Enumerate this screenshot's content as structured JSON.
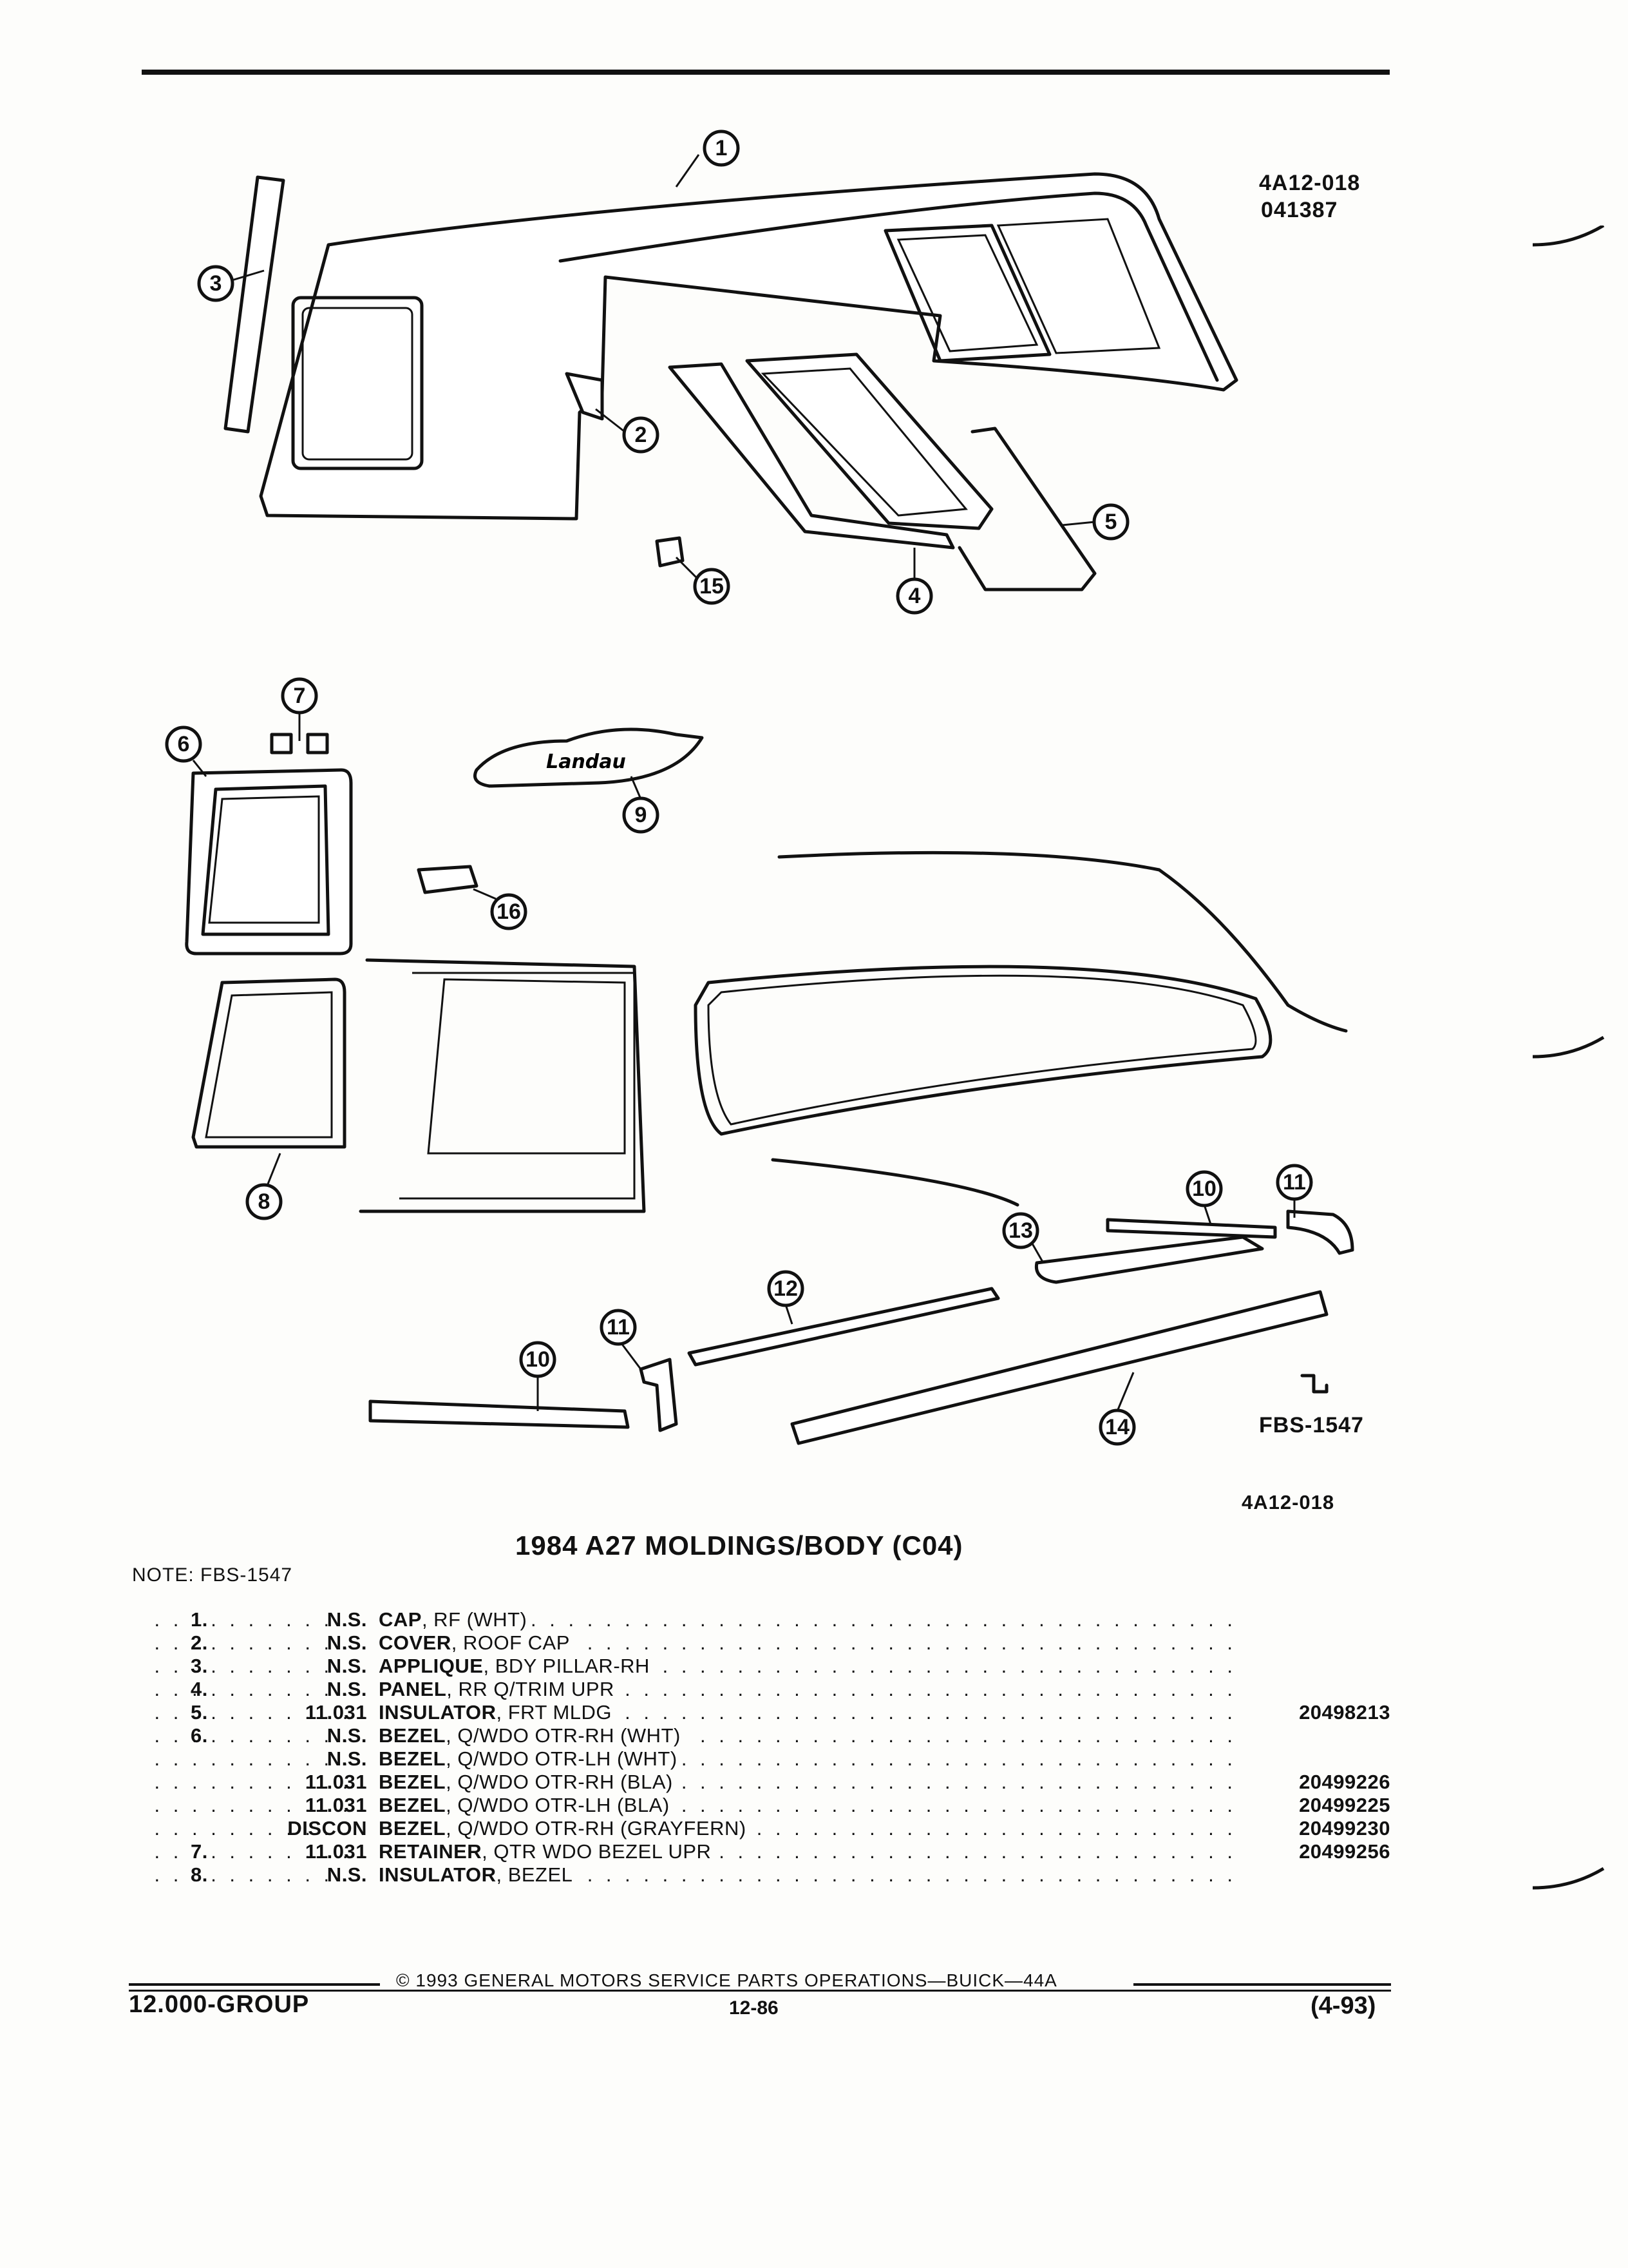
{
  "header": {
    "code": "4A12-018",
    "date_code": "041387"
  },
  "illustration": {
    "callouts": [
      "1",
      "2",
      "3",
      "4",
      "5",
      "6",
      "7",
      "8",
      "9",
      "10",
      "11",
      "12",
      "13",
      "14",
      "15",
      "16",
      "10",
      "11"
    ],
    "badge_text": "Landau",
    "ref_code": "FBS-1547",
    "bottom_code": "4A12-018"
  },
  "title": "1984 A27 MOLDINGS/BODY (C04)",
  "note": "NOTE:  FBS-1547",
  "parts": [
    {
      "num": "1.",
      "grp": "N.S.",
      "name": "CAP",
      "desc": ", RF (WHT)",
      "pn": ""
    },
    {
      "num": "2.",
      "grp": "N.S.",
      "name": "COVER",
      "desc": ", ROOF CAP",
      "pn": ""
    },
    {
      "num": "3.",
      "grp": "N.S.",
      "name": "APPLIQUE",
      "desc": ", BDY PILLAR-RH",
      "pn": ""
    },
    {
      "num": "4.",
      "grp": "N.S.",
      "name": "PANEL",
      "desc": ", RR Q/TRIM UPR",
      "pn": ""
    },
    {
      "num": "5.",
      "grp": "11.031",
      "name": "INSULATOR",
      "desc": ", FRT MLDG",
      "pn": "20498213"
    },
    {
      "num": "6.",
      "grp": "N.S.",
      "name": "BEZEL",
      "desc": ", Q/WDO OTR-RH (WHT)",
      "pn": ""
    },
    {
      "num": "",
      "grp": "N.S.",
      "name": "BEZEL",
      "desc": ", Q/WDO OTR-LH (WHT)",
      "pn": ""
    },
    {
      "num": "",
      "grp": "11.031",
      "name": "BEZEL",
      "desc": ", Q/WDO OTR-RH (BLA)",
      "pn": "20499226"
    },
    {
      "num": "",
      "grp": "11.031",
      "name": "BEZEL",
      "desc": ", Q/WDO OTR-LH (BLA)",
      "pn": "20499225"
    },
    {
      "num": "",
      "grp": "DISCON",
      "name": "BEZEL",
      "desc": ", Q/WDO OTR-RH (GRAYFERN)",
      "pn": "20499230"
    },
    {
      "num": "7.",
      "grp": "11.031",
      "name": "RETAINER",
      "desc": ", QTR WDO BEZEL UPR",
      "pn": "20499256"
    },
    {
      "num": "8.",
      "grp": "N.S.",
      "name": "INSULATOR",
      "desc": ", BEZEL",
      "pn": ""
    }
  ],
  "footer": {
    "copyright": "© 1993 GENERAL MOTORS SERVICE PARTS OPERATIONS—BUICK—44A",
    "group": "12.000-GROUP",
    "page": "12-86",
    "date": "(4-93)"
  }
}
